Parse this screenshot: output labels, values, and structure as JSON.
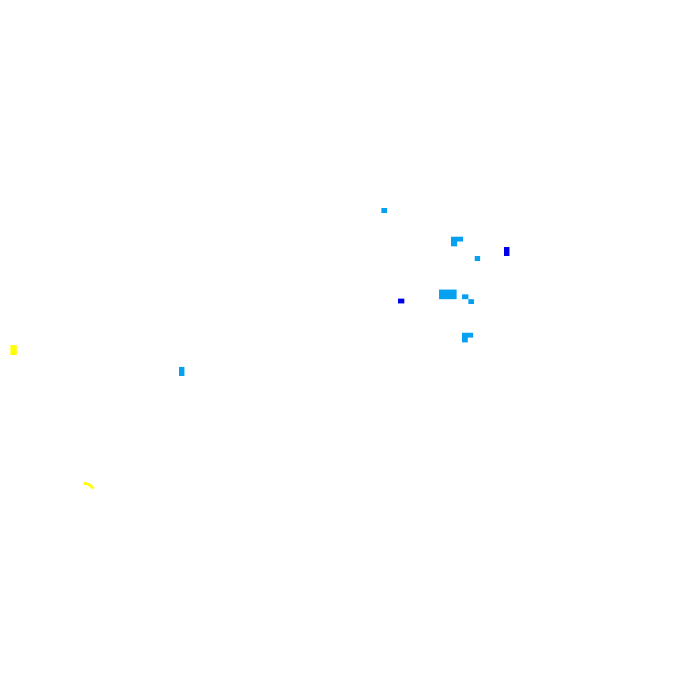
{
  "palette": {
    "light_blue": "#05a0f0",
    "dark_blue": "#0000e6",
    "yellow": "#ffff00",
    "background": "#ffffff"
  },
  "marks": [
    {
      "name": "light-blue-mark-1",
      "color": "light_blue"
    },
    {
      "name": "light-blue-mark-2",
      "color": "light_blue"
    },
    {
      "name": "light-blue-mark-3",
      "color": "light_blue"
    },
    {
      "name": "light-blue-mark-4",
      "color": "light_blue"
    },
    {
      "name": "light-blue-mark-5",
      "color": "light_blue"
    },
    {
      "name": "light-blue-mark-6",
      "color": "light_blue"
    },
    {
      "name": "light-blue-mark-7",
      "color": "light_blue"
    },
    {
      "name": "light-blue-mark-8",
      "color": "light_blue"
    },
    {
      "name": "light-blue-mark-9",
      "color": "light_blue"
    },
    {
      "name": "light-blue-mark-10",
      "color": "light_blue"
    },
    {
      "name": "light-blue-mark-11",
      "color": "light_blue"
    },
    {
      "name": "dark-blue-mark-1",
      "color": "dark_blue"
    },
    {
      "name": "dark-blue-mark-2",
      "color": "dark_blue"
    },
    {
      "name": "yellow-mark-1",
      "color": "yellow"
    },
    {
      "name": "yellow-arc-mark",
      "color": "yellow"
    }
  ]
}
